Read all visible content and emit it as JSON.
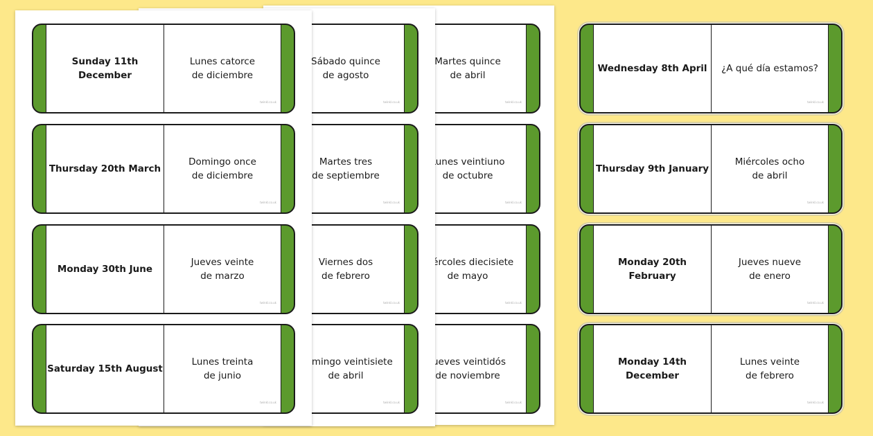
{
  "watermark": "twinkl.co.uk",
  "colors": {
    "background": "#fde88a",
    "card_green": "#5c9a2d",
    "card_border": "#1a1a1a"
  },
  "sheets": [
    {
      "cards": [
        {
          "english": "Sunday 11th December",
          "spanish": "Lunes catorce\nde diciembre"
        },
        {
          "english": "Thursday 20th March",
          "spanish": "Domingo once\nde diciembre"
        },
        {
          "english": "Monday 30th June",
          "spanish": "Jueves veinte\nde marzo"
        },
        {
          "english": "Saturday 15th August",
          "spanish": "Lunes treinta\nde junio"
        }
      ]
    },
    {
      "cards": [
        {
          "english": "",
          "spanish": "Sábado quince\nde agosto"
        },
        {
          "english": "",
          "spanish": "Martes tres\nde septiembre"
        },
        {
          "english": "",
          "spanish": "Viernes dos\nde febrero"
        },
        {
          "english": "",
          "spanish": "Domingo veintisiete\nde abril"
        }
      ]
    },
    {
      "cards": [
        {
          "english": "",
          "spanish": "Martes quince\nde abril"
        },
        {
          "english": "",
          "spanish": "Lunes veintiuno\nde octubre"
        },
        {
          "english": "",
          "spanish": "Miércoles diecisiete\nde mayo"
        },
        {
          "english": "",
          "spanish": "Jueves veintidós\nde noviembre"
        }
      ]
    }
  ],
  "loose_cards": [
    {
      "english": "Wednesday 8th April",
      "spanish": "¿A qué día estamos?"
    },
    {
      "english": "Thursday 9th January",
      "spanish": "Miércoles ocho\nde abril"
    },
    {
      "english": "Monday 20th February",
      "spanish": "Jueves nueve\nde enero"
    },
    {
      "english": "Monday 14th December",
      "spanish": "Lunes veinte\nde febrero"
    }
  ]
}
